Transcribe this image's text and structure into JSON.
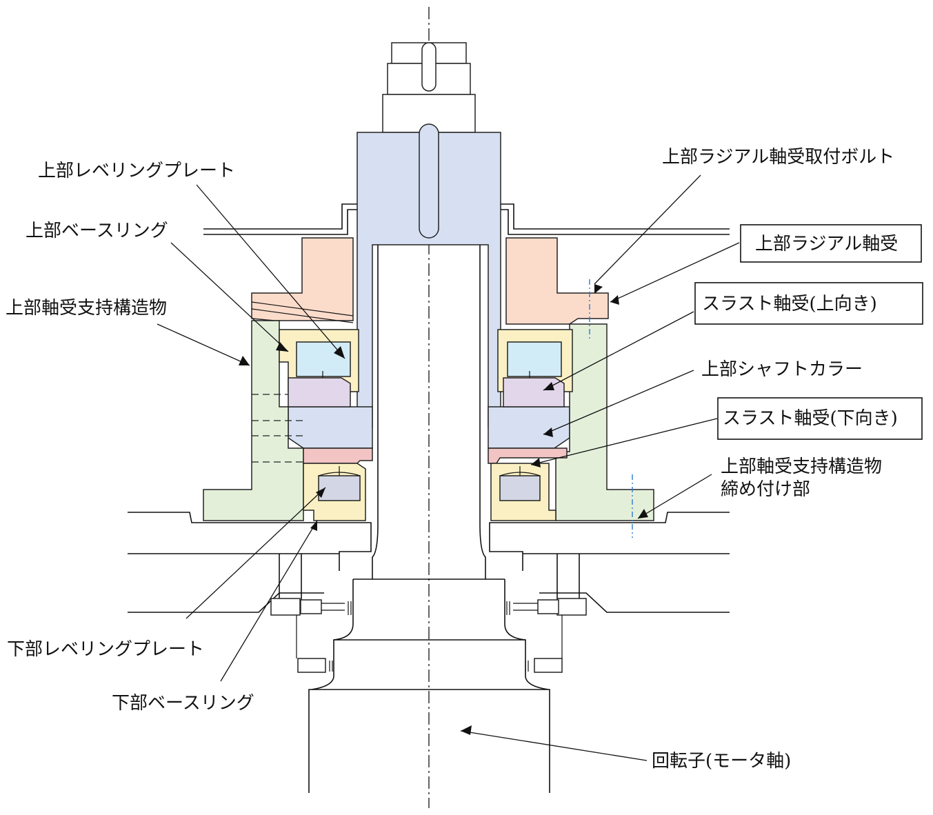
{
  "labels": {
    "upper_leveling_plate": "上部レベリングプレート",
    "upper_base_ring": "上部ベースリング",
    "upper_bearing_support": "上部軸受支持構造物",
    "upper_radial_bolt": "上部ラジアル軸受取付ボルト",
    "upper_radial_bearing": "上部ラジアル軸受",
    "thrust_up": "スラスト軸受(上向き)",
    "upper_shaft_collar": "上部シャフトカラー",
    "thrust_down": "スラスト軸受(下向き)",
    "support_fastening_line1": "上部軸受支持構造物",
    "support_fastening_line2": "締め付け部",
    "lower_leveling_plate": "下部レベリングプレート",
    "lower_base_ring": "下部ベースリング",
    "rotor": "回転子(モータ軸)"
  },
  "colors": {
    "shaft_blue": "#d6e0f2",
    "radial_salmon": "#fbdccb",
    "support_green": "#e4efd9",
    "base_yellow": "#fbf0c4",
    "plate_cyan": "#d2ecf7",
    "thrust_purple": "#e2d6ea",
    "collar_pink": "#f2c4c4",
    "lower_gray": "#d3d6e4",
    "centerline_blue": "#2a7ad0"
  }
}
